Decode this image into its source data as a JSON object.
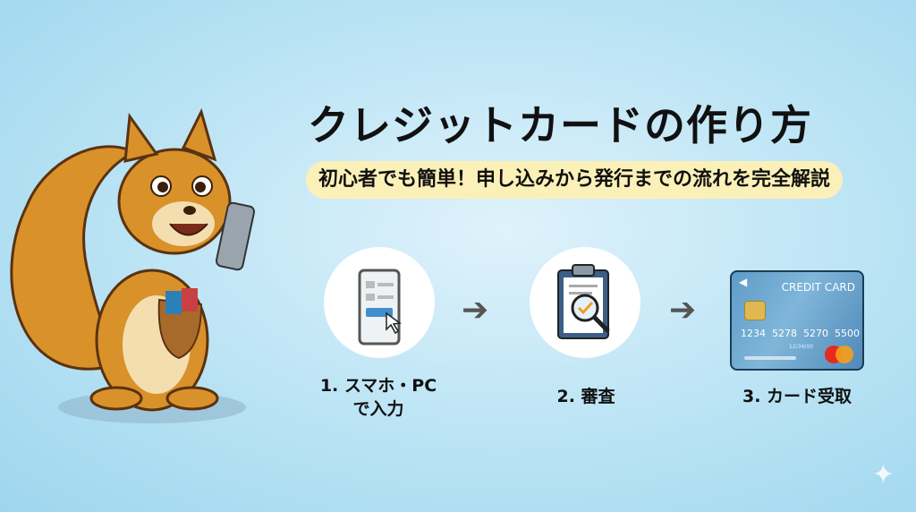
{
  "title": "クレジットカードの作り方",
  "subtitle": "初心者でも簡単！申し込みから発行までの流れを完全解説",
  "steps": [
    {
      "label_line1": "1. スマホ・PC",
      "label_line2": "で入力",
      "icon": "smartphone-form-icon"
    },
    {
      "label_line1": "2. 審査",
      "icon": "clipboard-magnifier-icon"
    },
    {
      "label_line1": "3. カード受取",
      "icon": "credit-card-icon"
    }
  ],
  "card": {
    "brand_text": "CREDIT CARD",
    "number": "1234  5278  5270  5500",
    "expiry": "12/34/00"
  },
  "colors": {
    "accent_yellow": "#fbf1b8",
    "squirrel": "#d9912a",
    "card_blue": "#5e9cc8"
  }
}
